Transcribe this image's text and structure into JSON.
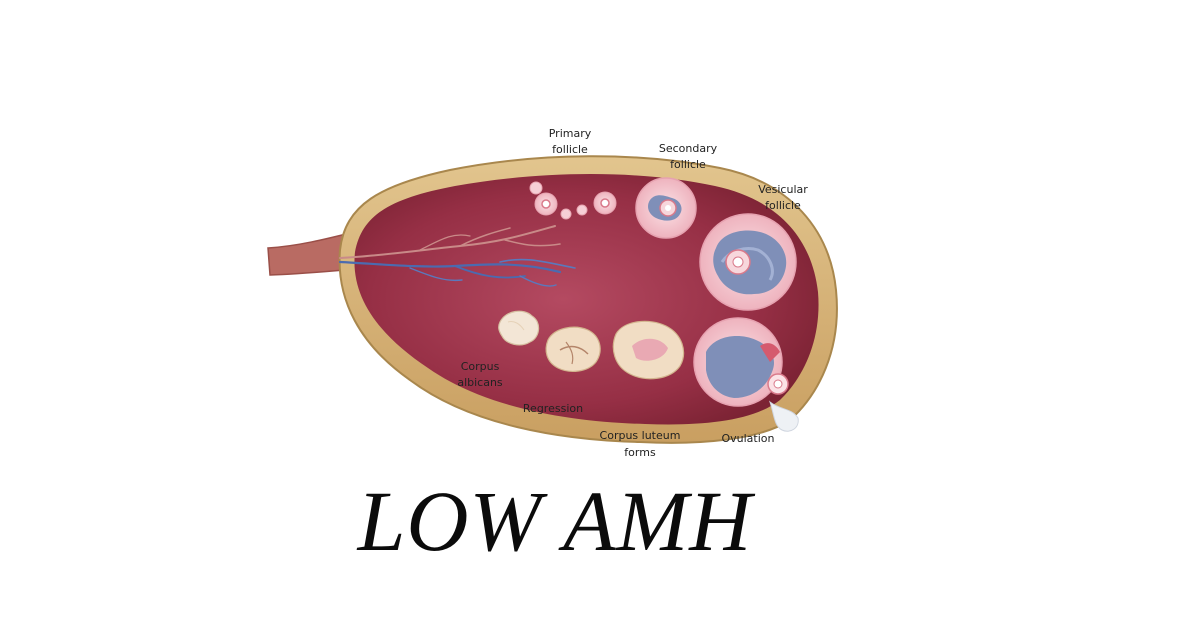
{
  "title": "LOW AMH",
  "labels": {
    "primary_1": "Primary",
    "primary_2": "follicle",
    "secondary_1": "Secondary",
    "secondary_2": "follicle",
    "vesicular_1": "Vesicular",
    "vesicular_2": "follicle",
    "corpus_albicans_1": "Corpus",
    "corpus_albicans_2": "albicans",
    "regression": "Regression",
    "corpus_luteum_1": "Corpus luteum",
    "corpus_luteum_2": "forms",
    "ovulation": "Ovulation"
  },
  "colors": {
    "capsule": "#d6b37a",
    "capsule_edge": "#a9874d",
    "stroma": "#8e2a3c",
    "stroma_light": "#b1435a",
    "follicle_fill": "#f4c7cf",
    "antrum": "#7f8fb8",
    "vessel_blue": "#4b6bb0",
    "vessel_red": "#c98a88",
    "luteum": "#f1ddc4",
    "stalk": "#b76a64"
  }
}
